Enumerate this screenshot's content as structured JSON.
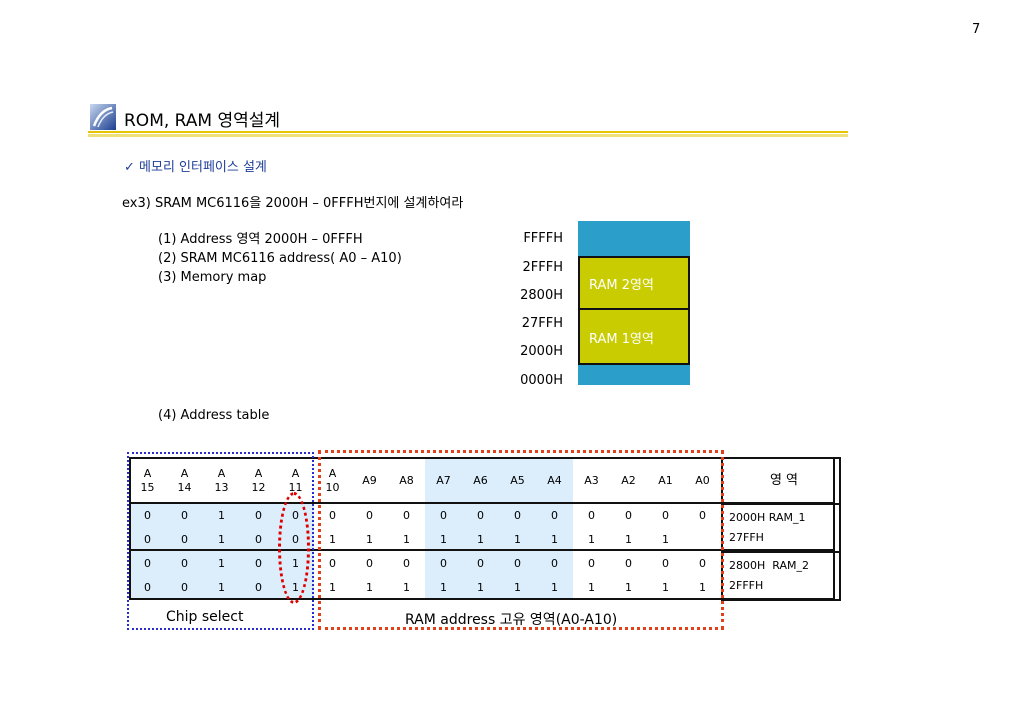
{
  "page_number": "7",
  "title": "ROM, RAM 영역설계",
  "subtitle": "✓ 메모리 인터페이스 설계",
  "example": "ex3) SRAM MC6116을   2000H – 0FFFH번지에 설계하여라",
  "items": [
    "(1) Address 영역 2000H – 0FFFH",
    "(2) SRAM MC6116 address( A0 – A10)",
    "(3) Memory map"
  ],
  "memory_map": {
    "labels": [
      "FFFFH",
      "2FFFH",
      "2800H",
      "27FFH",
      "2000H",
      "0000H"
    ],
    "blocks": [
      "RAM 2영역",
      "RAM 1영역"
    ],
    "colors": {
      "map_bg": "#2b9fc9",
      "ram_block": "#c8cc00"
    }
  },
  "address_table_heading": "(4) Address table",
  "address_table": {
    "headers": [
      "A\n15",
      "A\n14",
      "A\n13",
      "A\n12",
      "A\n11",
      "A\n10",
      "A9",
      "A8",
      "A7",
      "A6",
      "A5",
      "A4",
      "A3",
      "A2",
      "A1",
      "A0"
    ],
    "region_header": "영 역",
    "rows": [
      [
        "0",
        "0",
        "1",
        "0",
        "0",
        "0",
        "0",
        "0",
        "0",
        "0",
        "0",
        "0",
        "0",
        "0",
        "0",
        "0"
      ],
      [
        "0",
        "0",
        "1",
        "0",
        "0",
        "1",
        "1",
        "1",
        "1",
        "1",
        "1",
        "1",
        "1",
        "1",
        "1",
        ""
      ],
      [
        "0",
        "0",
        "1",
        "0",
        "1",
        "0",
        "0",
        "0",
        "0",
        "0",
        "0",
        "0",
        "0",
        "0",
        "0",
        "0"
      ],
      [
        "0",
        "0",
        "1",
        "0",
        "1",
        "1",
        "1",
        "1",
        "1",
        "1",
        "1",
        "1",
        "1",
        "1",
        "1",
        "1"
      ]
    ],
    "regions": [
      "2000H RAM_1\n27FFH",
      "2800H  RAM_2\n2FFFH"
    ]
  },
  "chip_select_label": "Chip select",
  "ram_address_label": "RAM address 고유 영역(A0-A10)"
}
